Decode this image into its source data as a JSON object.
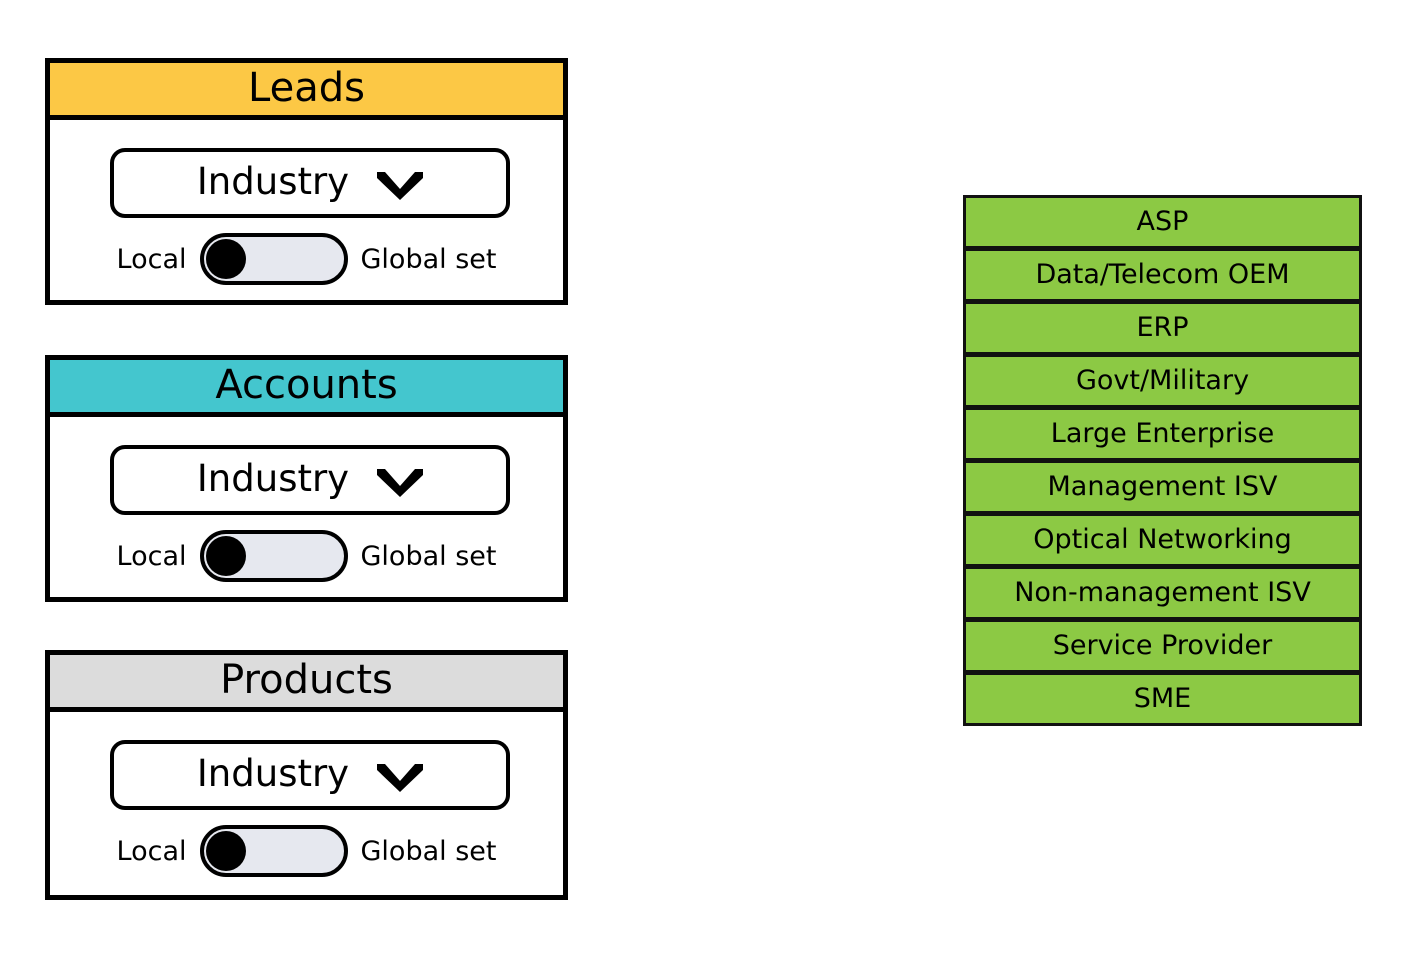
{
  "cards": [
    {
      "title": "Leads",
      "header_color": "#fcc845",
      "dropdown": {
        "label": "Industry",
        "icon": "chevron-down-icon"
      },
      "toggle": {
        "left_label": "Local",
        "right_label": "Global set",
        "state": "local"
      }
    },
    {
      "title": "Accounts",
      "header_color": "#44c6ce",
      "dropdown": {
        "label": "Industry",
        "icon": "chevron-down-icon"
      },
      "toggle": {
        "left_label": "Local",
        "right_label": "Global set",
        "state": "local"
      }
    },
    {
      "title": "Products",
      "header_color": "#dcdcdc",
      "dropdown": {
        "label": "Industry",
        "icon": "chevron-down-icon"
      },
      "toggle": {
        "left_label": "Local",
        "right_label": "Global set",
        "state": "local"
      }
    }
  ],
  "option_list": {
    "background_color": "#8cc944",
    "items": [
      {
        "label": "ASP"
      },
      {
        "label": "Data/Telecom OEM"
      },
      {
        "label": "ERP"
      },
      {
        "label": "Govt/Military"
      },
      {
        "label": "Large Enterprise"
      },
      {
        "label": "Management ISV"
      },
      {
        "label": "Optical Networking"
      },
      {
        "label": "Non-management ISV"
      },
      {
        "label": "Service Provider"
      },
      {
        "label": "SME"
      }
    ]
  }
}
